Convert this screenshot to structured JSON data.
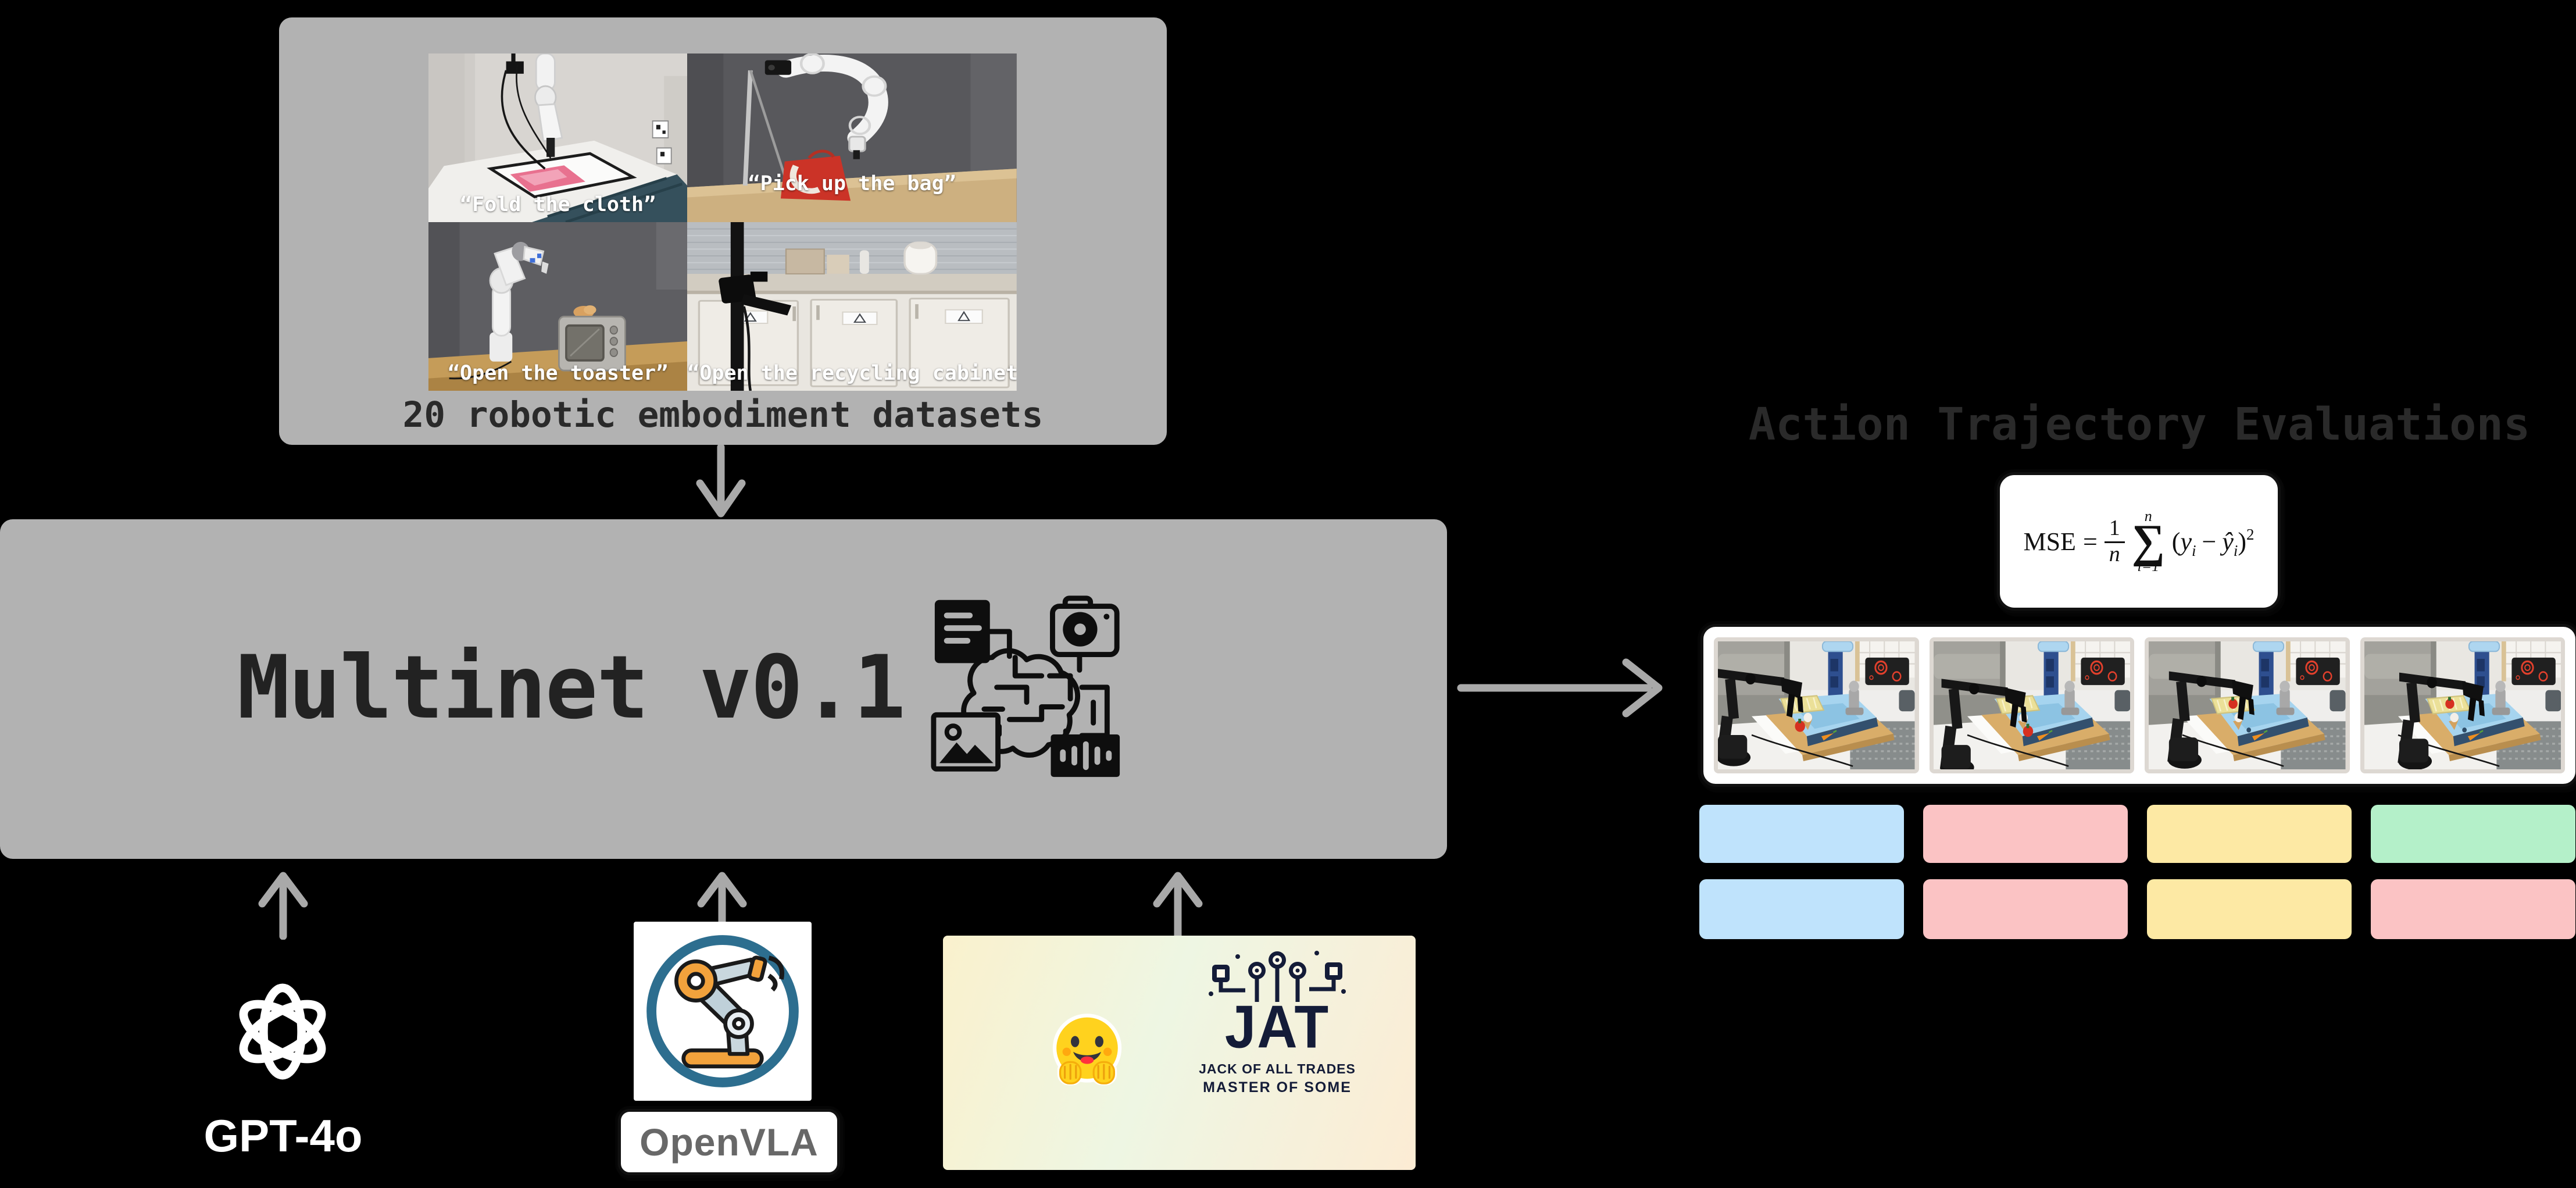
{
  "colors": {
    "background": "#000000",
    "panel_gray": "#b2b2b2",
    "arrow_gray": "#a9a9a9",
    "heading_dark": "#2a2a2a",
    "bar_blue": "#bfe3fc",
    "bar_pink": "#fbc3c4",
    "bar_yellow": "#fde9a4",
    "bar_green": "#b4f0c9"
  },
  "dataset_box": {
    "caption": "20 robotic embodiment datasets",
    "photos": [
      {
        "caption": "“Fold the cloth”"
      },
      {
        "caption": "“Pick up the bag”"
      },
      {
        "caption": "“Open the toaster”"
      },
      {
        "caption": "“Open the recycling cabinet”"
      }
    ]
  },
  "multinet": {
    "title": "Multinet v0.1"
  },
  "inputs": {
    "gpt": {
      "label": "GPT-4o"
    },
    "openvla": {
      "label": "OpenVLA"
    },
    "jat": {
      "title": "JAT",
      "subtitle1": "JACK OF ALL TRADES",
      "subtitle2": "MASTER OF SOME"
    }
  },
  "evaluations": {
    "title": "Action Trajectory Evaluations",
    "formula": {
      "lhs": "MSE",
      "equals": "=",
      "numerator": "1",
      "denominator": "n",
      "sigma": "∑",
      "sum_upper": "n",
      "sum_lower": "i=1",
      "open_paren": "(",
      "y_var": "y",
      "sub_i": "i",
      "minus": "−",
      "y_hat": "ŷ",
      "sub_i2": "i",
      "close_paren": ")",
      "exponent": "2"
    }
  },
  "bars": {
    "row1": [
      "#bfe3fc",
      "#fbc3c4",
      "#fde9a4",
      "#b4f0c9"
    ],
    "row2": [
      "#bfe3fc",
      "#fbc3c4",
      "#fde9a4",
      "#fbc3c4"
    ]
  }
}
